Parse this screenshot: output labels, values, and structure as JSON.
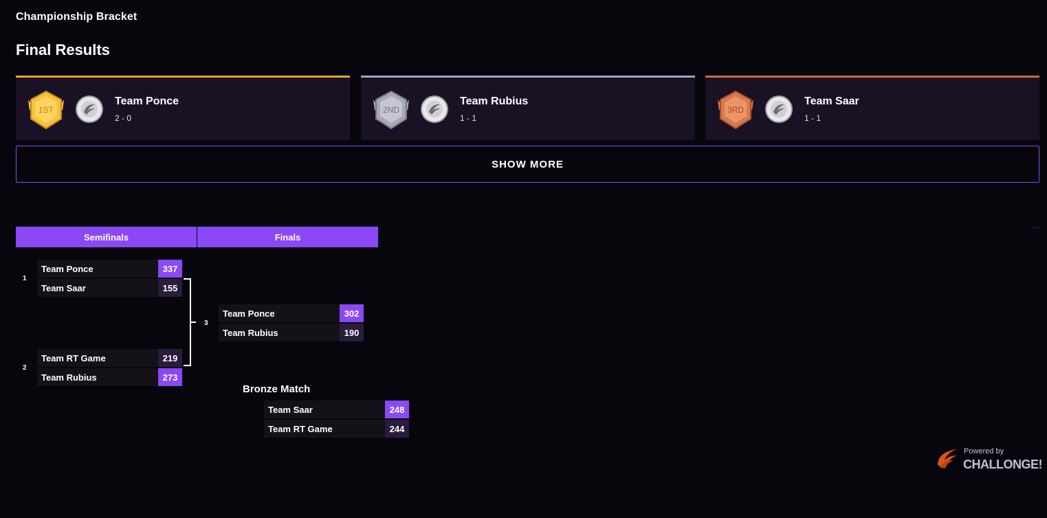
{
  "header": {
    "app_title": "Championship Bracket",
    "section_title": "Final Results"
  },
  "podium": [
    {
      "place": "1ST",
      "team": "Team Ponce",
      "record": "2 - 0",
      "color": "#e6a62a"
    },
    {
      "place": "2ND",
      "team": "Team Rubius",
      "record": "1 - 1",
      "color": "#a3a3c9"
    },
    {
      "place": "3RD",
      "team": "Team Saar",
      "record": "1 - 1",
      "color": "#d2693f"
    }
  ],
  "show_more_label": "SHOW MORE",
  "rounds": [
    {
      "label": "Semifinals"
    },
    {
      "label": "Finals"
    }
  ],
  "matches": [
    {
      "number": "1",
      "teams": [
        {
          "name": "Team Ponce",
          "score": "337",
          "winner": true
        },
        {
          "name": "Team Saar",
          "score": "155",
          "winner": false
        }
      ]
    },
    {
      "number": "2",
      "teams": [
        {
          "name": "Team RT Game",
          "score": "219",
          "winner": false
        },
        {
          "name": "Team Rubius",
          "score": "273",
          "winner": true
        }
      ]
    },
    {
      "number": "3",
      "teams": [
        {
          "name": "Team Ponce",
          "score": "302",
          "winner": true
        },
        {
          "name": "Team Rubius",
          "score": "190",
          "winner": false
        }
      ]
    }
  ],
  "bronze": {
    "title": "Bronze Match",
    "teams": [
      {
        "name": "Team Saar",
        "score": "248",
        "winner": true
      },
      {
        "name": "Team RT Game",
        "score": "244",
        "winner": false
      }
    ]
  },
  "powered_by": {
    "label": "Powered by",
    "brand": "CHALLONGE!"
  },
  "colors": {
    "accent": "#8a49f5",
    "background": "#08060d",
    "card": "#1a1125",
    "brand_orange": "#d9531e"
  }
}
